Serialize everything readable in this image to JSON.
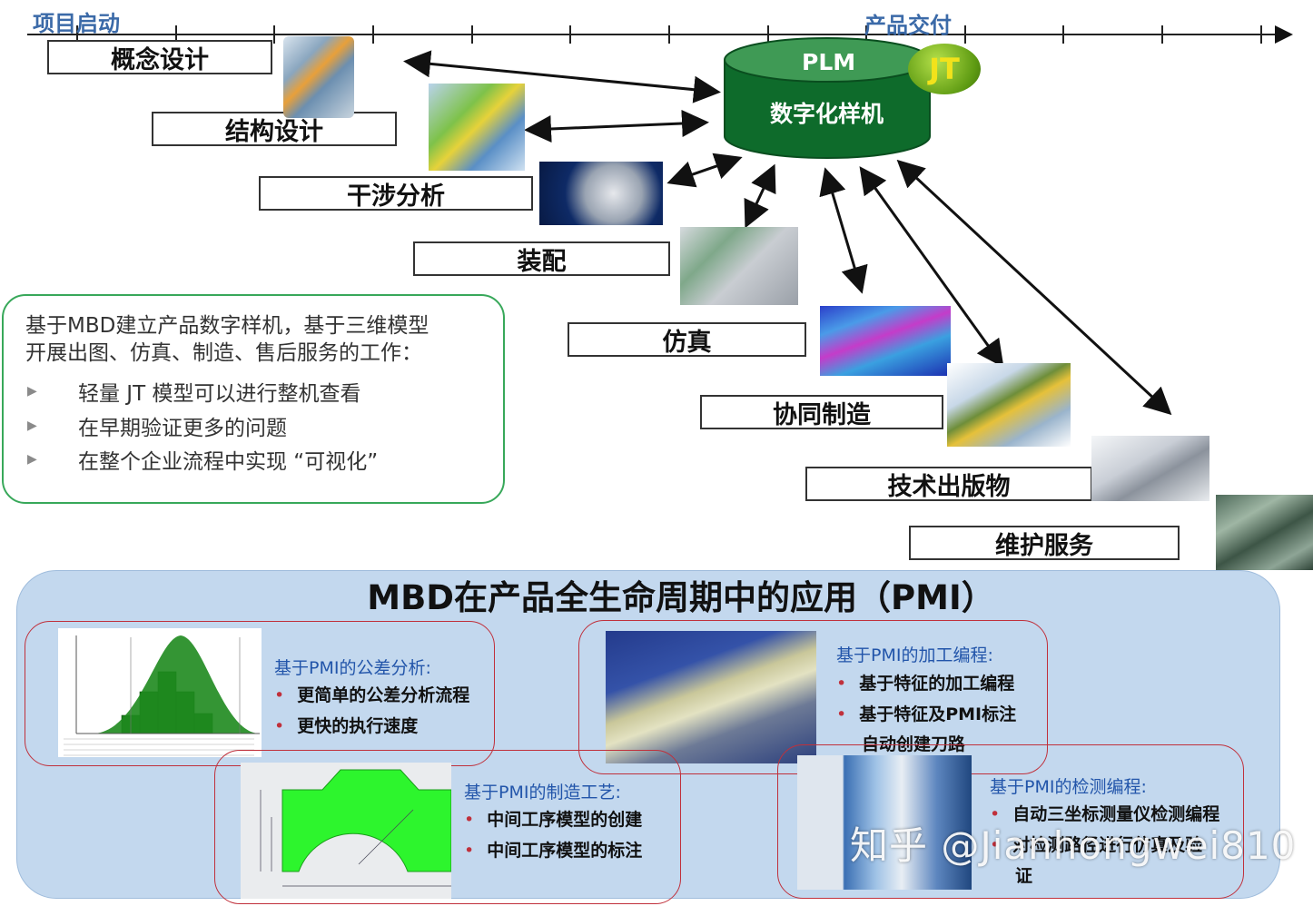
{
  "timeline": {
    "start_label": "项目启动",
    "end_label": "产品交付"
  },
  "plm": {
    "top_label": "PLM",
    "body_label": "数字化样机",
    "badge": "JT",
    "colors": {
      "cylinder": "#0e6b2b",
      "cylinder_top": "#3f9a55",
      "badge": "#78b81e",
      "badge_text": "#f2e21b"
    }
  },
  "stages": [
    {
      "label": "概念设计"
    },
    {
      "label": "结构设计"
    },
    {
      "label": "干涉分析"
    },
    {
      "label": "装配"
    },
    {
      "label": "仿真"
    },
    {
      "label": "协同制造"
    },
    {
      "label": "技术出版物"
    },
    {
      "label": "维护服务"
    }
  ],
  "info": {
    "line1": "基于MBD建立产品数字样机，基于三维模型",
    "line2": "开展出图、仿真、制造、售后服务的工作：",
    "bullets": [
      "轻量 JT 模型可以进行整机查看",
      "在早期验证更多的问题",
      "在整个企业流程中实现  “可视化”"
    ]
  },
  "pmi_section": {
    "title": "MBD在产品全生命周期中的应用（PMI）",
    "cards": [
      {
        "title": "基于PMI的公差分析:",
        "items": [
          "更简单的公差分析流程",
          "更快的执行速度"
        ]
      },
      {
        "title": "基于PMI的加工编程:",
        "items": [
          "基于特征的加工编程",
          "基于特征及PMI标注",
          "自动创建刀路"
        ]
      },
      {
        "title": "基于PMI的制造工艺:",
        "items": [
          "中间工序模型的创建",
          "中间工序模型的标注"
        ]
      },
      {
        "title": "基于PMI的检测编程:",
        "items": [
          "自动三坐标测量仪检测编程",
          "对检测路径进行仿真及验",
          "证"
        ]
      }
    ],
    "colors": {
      "panel": "#c3d8ee",
      "card_border": "#c0303b",
      "card_title": "#2255aa"
    }
  },
  "watermark": "知乎 @Jianhongwei810"
}
